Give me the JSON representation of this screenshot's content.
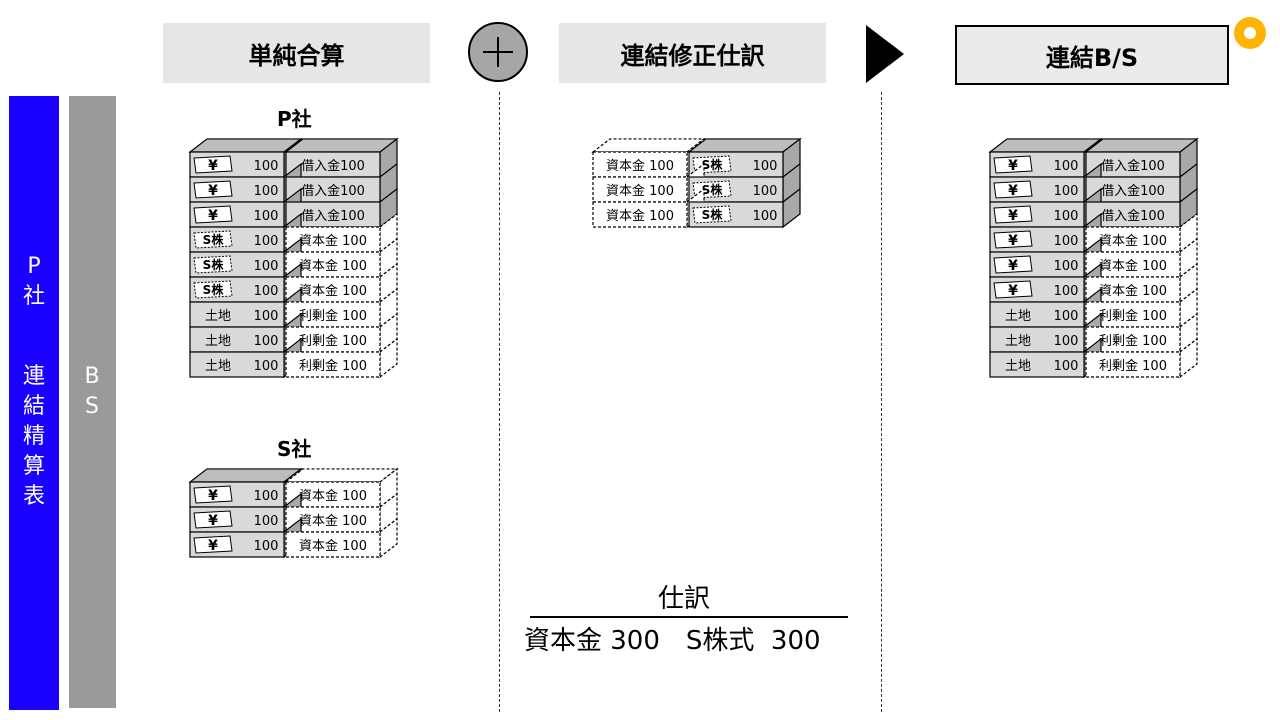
{
  "sidebar": {
    "p_label": "P\n社",
    "worksheet_label": "連\n結\n精\n算\n表",
    "bs_label": "B\nS"
  },
  "header": {
    "simple_sum": "単純合算",
    "adjustment": "連結修正仕訳",
    "result": "連結B/S"
  },
  "companies": {
    "p": "P社",
    "s": "S社"
  },
  "blocks": {
    "yen": "¥",
    "s_stock": "S株",
    "land": "土地",
    "amount": "100",
    "borrowing": "借入金100",
    "capital": "資本金 100",
    "retained": "利剰金 100"
  },
  "journal": {
    "title": "仕訳",
    "entry": "資本金 300　S株式  300"
  },
  "colors": {
    "blue_bar": "#1a00ff",
    "gray_bar": "#9a9a9a",
    "header_bg": "#e6e6e6",
    "block_fill": "#d9d9d9",
    "accent_dot": "#ffb400"
  }
}
